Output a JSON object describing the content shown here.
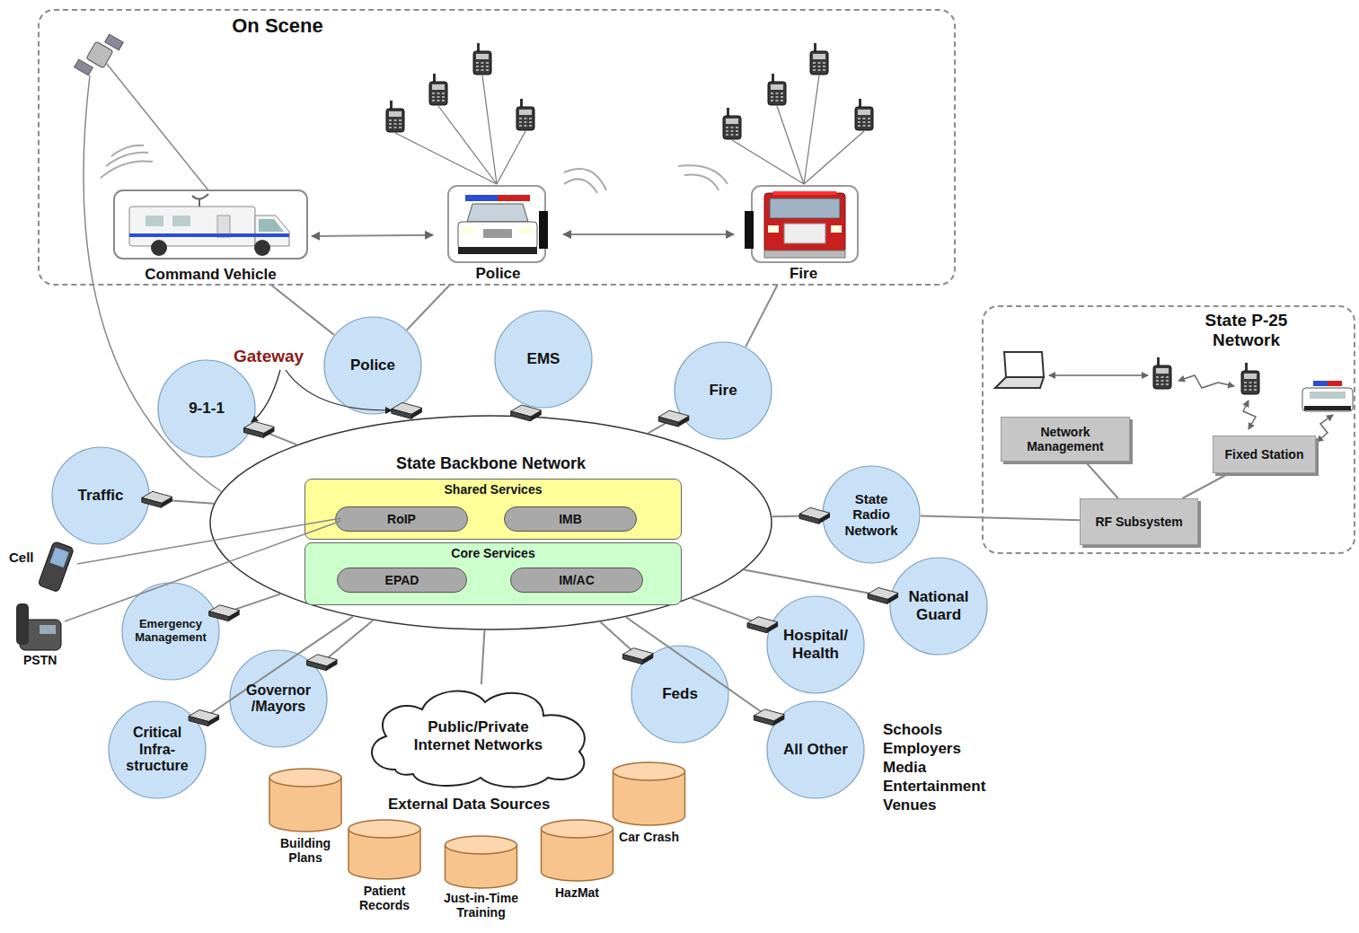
{
  "diagram": {
    "nodes": [
      {
        "text": [
          "On Scene"
        ]
      },
      {
        "text": [
          "Command Vehicle"
        ],
        "in": 0
      },
      {
        "text": [
          "Police"
        ],
        "in": 0
      },
      {
        "text": [
          "Fire"
        ],
        "in": 0
      },
      {
        "text": [
          "State P-25 Network"
        ]
      },
      {
        "text": [
          "Network Management"
        ],
        "in": 4
      },
      {
        "text": [
          "Fixed Station"
        ],
        "in": 4
      },
      {
        "text": [
          "RF Subsystem"
        ],
        "in": 4
      },
      {
        "text": [
          "State Backbone Network"
        ]
      },
      {
        "text": [
          "Shared Services"
        ],
        "in": 8
      },
      {
        "text": [
          "RoIP"
        ],
        "in": 9
      },
      {
        "text": [
          "IMB"
        ],
        "in": 9
      },
      {
        "text": [
          "Core Services"
        ],
        "in": 8
      },
      {
        "text": [
          "EPAD"
        ],
        "in": 12
      },
      {
        "text": [
          "IM/AC"
        ],
        "in": 12
      },
      {
        "text": [
          "9-1-1"
        ]
      },
      {
        "text": [
          "Police"
        ]
      },
      {
        "text": [
          "EMS"
        ]
      },
      {
        "text": [
          "Fire"
        ]
      },
      {
        "text": [
          "Traffic"
        ]
      },
      {
        "text": [
          "State Radio Network"
        ]
      },
      {
        "text": [
          "National Guard"
        ]
      },
      {
        "text": [
          "Hospital/ Health"
        ]
      },
      {
        "text": [
          "Emergency Management"
        ]
      },
      {
        "text": [
          "Governor /Mayors"
        ]
      },
      {
        "text": [
          "Critical Infra- structure"
        ]
      },
      {
        "text": [
          "Feds"
        ]
      },
      {
        "text": [
          "All Other"
        ]
      },
      {
        "text": [
          "Public/Private Internet Networks"
        ]
      },
      {
        "text": [
          "Building Plans"
        ]
      },
      {
        "text": [
          "Patient Records"
        ]
      },
      {
        "text": [
          "Just-in-Time Training"
        ]
      },
      {
        "text": [
          "HazMat"
        ]
      },
      {
        "text": [
          "Car Crash"
        ]
      }
    ],
    "edges": [
      {
        "from": 1,
        "to": 2,
        "arrow": "both"
      },
      {
        "from": 2,
        "to": 3,
        "arrow": "both"
      },
      {
        "from": 1,
        "to": 16,
        "arrow": "none"
      },
      {
        "from": 2,
        "to": 16,
        "arrow": "none"
      },
      {
        "from": 3,
        "to": 18,
        "arrow": "none"
      },
      {
        "from": 15,
        "to": 8,
        "arrow": "none"
      },
      {
        "from": 16,
        "to": 8,
        "arrow": "none"
      },
      {
        "from": 17,
        "to": 8,
        "arrow": "none"
      },
      {
        "from": 18,
        "to": 8,
        "arrow": "none"
      },
      {
        "from": 19,
        "to": 8,
        "arrow": "none"
      },
      {
        "from": 20,
        "to": 8,
        "arrow": "none"
      },
      {
        "from": 21,
        "to": 8,
        "arrow": "none"
      },
      {
        "from": 22,
        "to": 8,
        "arrow": "none"
      },
      {
        "from": 23,
        "to": 8,
        "arrow": "none"
      },
      {
        "from": 24,
        "to": 8,
        "arrow": "none"
      },
      {
        "from": 25,
        "to": 8,
        "arrow": "none"
      },
      {
        "from": 26,
        "to": 8,
        "arrow": "none"
      },
      {
        "from": 27,
        "to": 8,
        "arrow": "none"
      },
      {
        "from": 28,
        "to": 8,
        "arrow": "none"
      },
      {
        "from": 20,
        "to": 7,
        "arrow": "none"
      },
      {
        "from": 7,
        "to": 5,
        "arrow": "none"
      },
      {
        "from": 7,
        "to": 6,
        "arrow": "none"
      }
    ],
    "labels": [
      "Gateway",
      "Cell",
      "PSTN",
      "External Data Sources",
      "Schools",
      "Employers",
      "Media",
      "Entertainment",
      "Venues"
    ]
  }
}
